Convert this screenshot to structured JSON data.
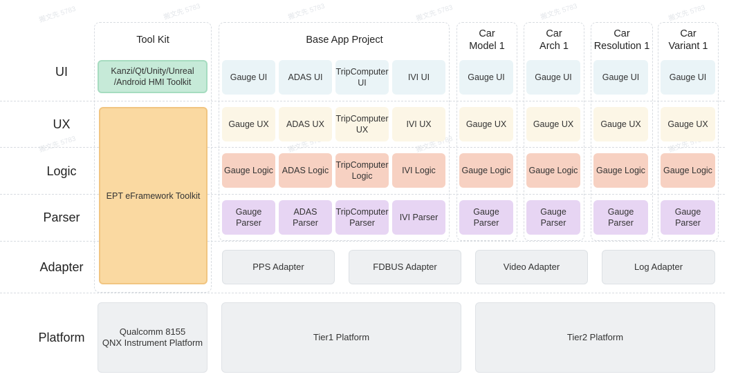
{
  "rows": {
    "ui": "UI",
    "ux": "UX",
    "logic": "Logic",
    "parser": "Parser",
    "adapter": "Adapter",
    "platform": "Platform"
  },
  "columns": {
    "toolkit": "Tool Kit",
    "base_app": "Base App Project",
    "car_model": "Car\nModel 1",
    "car_arch": "Car\nArch 1",
    "car_resolution": "Car\nResolution 1",
    "car_variant": "Car\nVariant 1"
  },
  "toolkit": {
    "hmi": "Kanzi/Qt/Unity/Unreal\n/Android HMI Toolkit",
    "ept": "EPT eFramework Toolkit"
  },
  "base_app": {
    "ui": [
      "Gauge UI",
      "ADAS UI",
      "TripComputer\nUI",
      "IVI UI"
    ],
    "ux": [
      "Gauge UX",
      "ADAS UX",
      "TripComputer\nUX",
      "IVI UX"
    ],
    "logic": [
      "Gauge Logic",
      "ADAS Logic",
      "TripComputer\nLogic",
      "IVI Logic"
    ],
    "parser": [
      "Gauge Parser",
      "ADAS Parser",
      "TripComputer\nParser",
      "IVI Parser"
    ]
  },
  "car_cells": {
    "ui": "Gauge UI",
    "ux": "Gauge UX",
    "logic": "Gauge Logic",
    "parser": "Gauge Parser"
  },
  "adapters": [
    "PPS Adapter",
    "FDBUS Adapter",
    "Video Adapter",
    "Log Adapter"
  ],
  "platforms": {
    "qualcomm": "Qualcomm 8155\nQNX Instrument Platform",
    "tier1": "Tier1 Platform",
    "tier2": "Tier2 Platform"
  },
  "watermark": "搬文先 5783",
  "colors": {
    "ui_cell": "#eaf4f7",
    "ux_cell": "#fcf6e6",
    "logic_cell": "#f7d1c2",
    "parser_cell": "#e7d5f3",
    "toolkit_hmi": "#c6ead8",
    "toolkit_ept": "#fad9a1",
    "adapter": "#eef0f2",
    "platform": "#eef0f2"
  }
}
